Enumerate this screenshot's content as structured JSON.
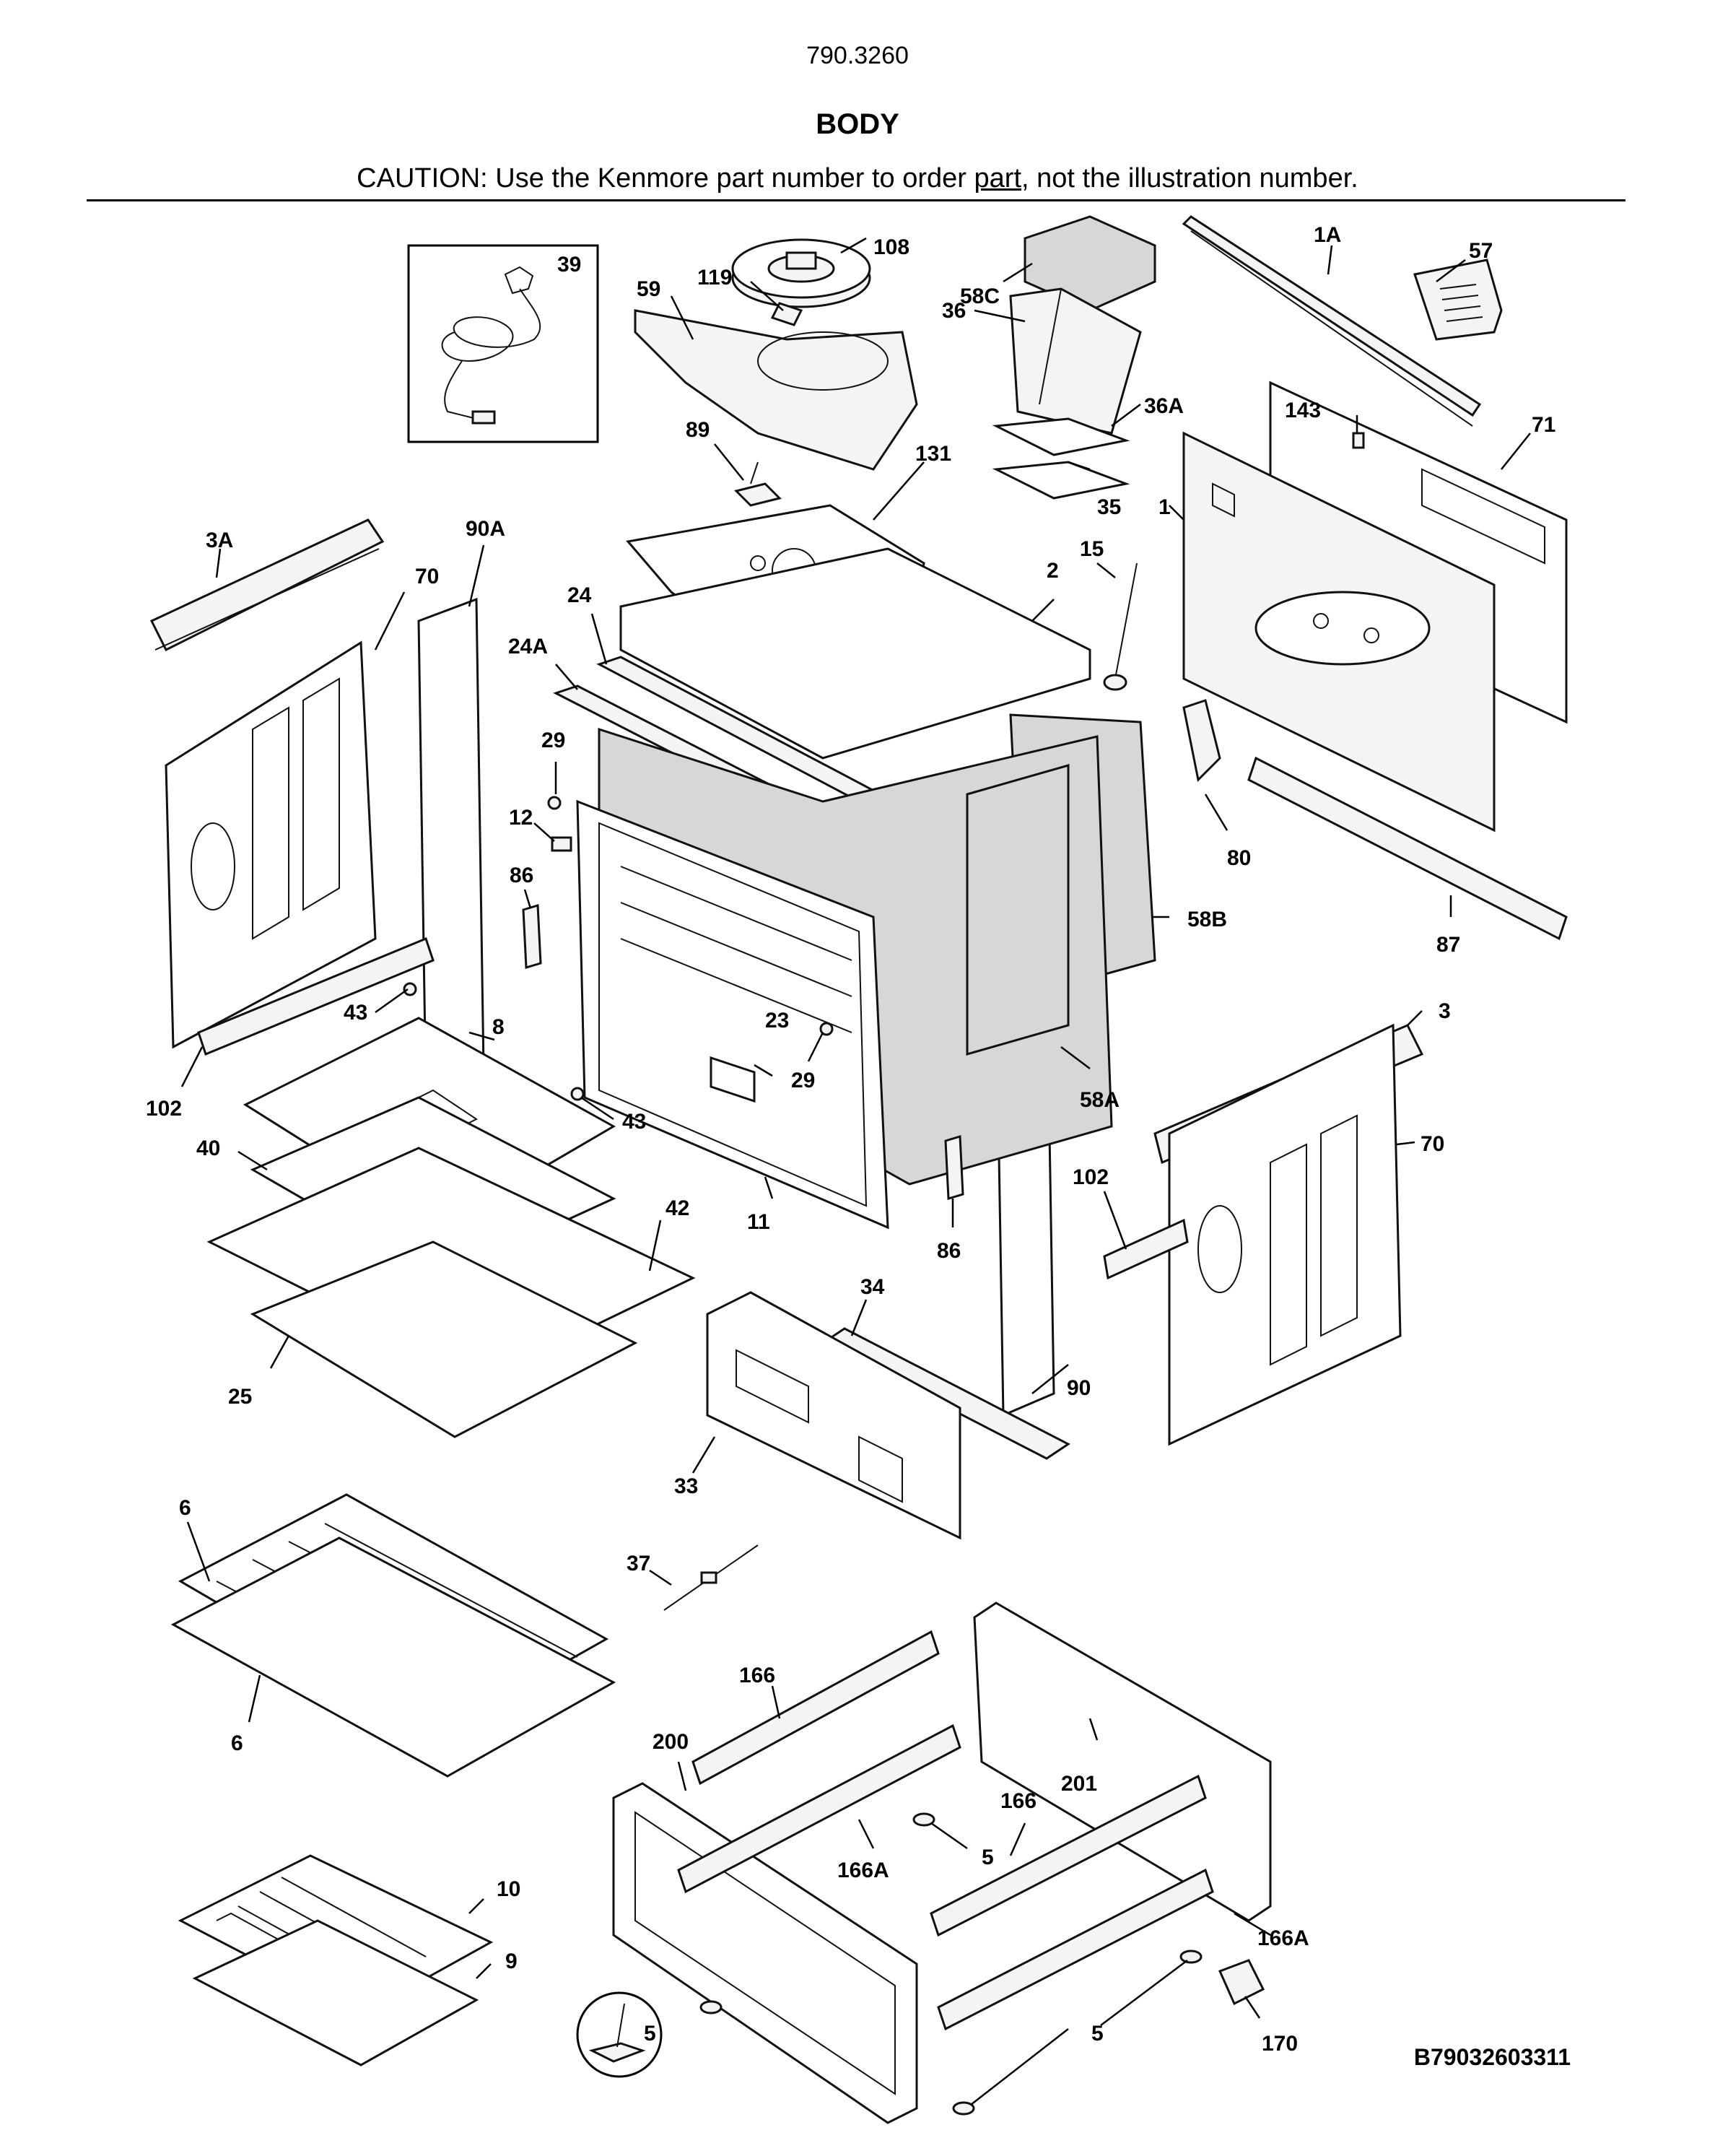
{
  "header": {
    "model_number": "790.3260",
    "title": "BODY",
    "caution_prefix": "CAUTION: Use the Kenmore part number to order ",
    "caution_link": "part",
    "caution_suffix": ", not the illustration number."
  },
  "diagram_code": "B79032603311",
  "callouts": {
    "c39": "39",
    "c108": "108",
    "c119": "119",
    "c59": "59",
    "c58C": "58C",
    "c1A": "1A",
    "c57": "57",
    "c36": "36",
    "c36A": "36A",
    "c143": "143",
    "c71": "71",
    "c89": "89",
    "c131": "131",
    "c35": "35",
    "c3A": "3A",
    "c90A": "90A",
    "c70a": "70",
    "c24": "24",
    "c1": "1",
    "c15": "15",
    "c2": "2",
    "c24A": "24A",
    "c29a": "29",
    "c12": "12",
    "c86a": "86",
    "c80": "80",
    "c58B": "58B",
    "c87": "87",
    "c43a": "43",
    "c8": "8",
    "c23": "23",
    "c29b": "29",
    "c3": "3",
    "c102a": "102",
    "c58A": "58A",
    "c43b": "43",
    "c40": "40",
    "c70b": "70",
    "c102b": "102",
    "c11": "11",
    "c42": "42",
    "c86b": "86",
    "c25": "25",
    "c34": "34",
    "c90": "90",
    "c33": "33",
    "c6a": "6",
    "c37": "37",
    "c6b": "6",
    "c166a": "166",
    "c200": "200",
    "c201": "201",
    "c166b": "166",
    "c166Aa": "166A",
    "c5a": "5",
    "c10": "10",
    "c166Ab": "166A",
    "c9": "9",
    "c5b": "5",
    "c5c": "5",
    "c170": "170"
  }
}
